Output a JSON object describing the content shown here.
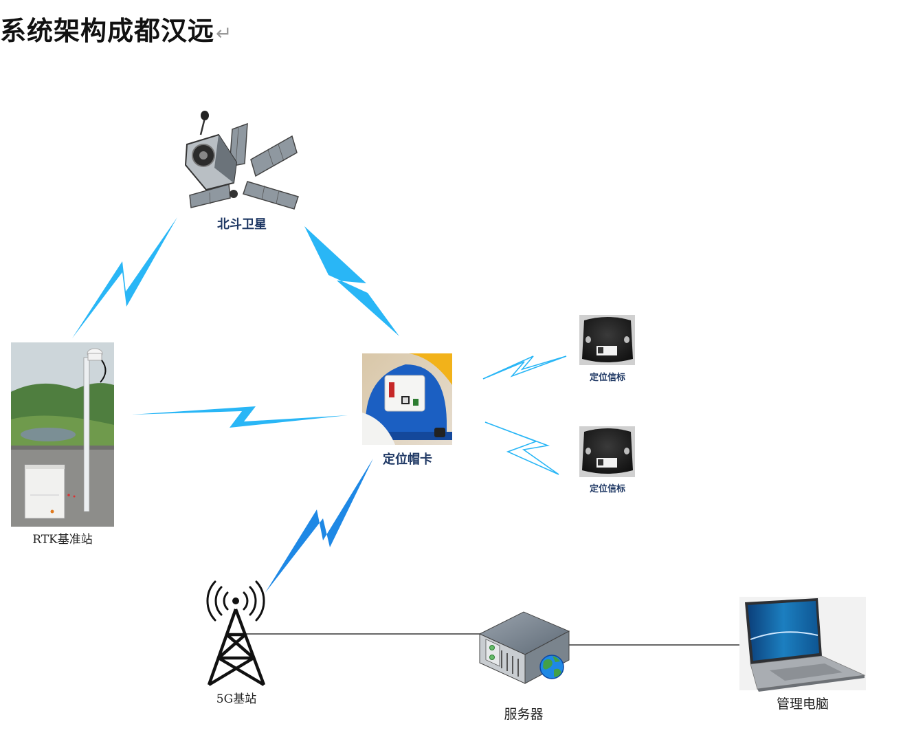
{
  "title": "系统架构成都汉远",
  "title_return_mark": "↵",
  "nodes": {
    "satellite": {
      "label": "北斗卫星",
      "icon": "satellite-icon"
    },
    "rtk_station": {
      "label": "RTK基准站",
      "icon": "rtk-base-station-photo"
    },
    "helmet_card": {
      "label": "定位帽卡",
      "icon": "helmet-tag-photo"
    },
    "beacon_1": {
      "label": "定位信标",
      "icon": "beacon-photo"
    },
    "beacon_2": {
      "label": "定位信标",
      "icon": "beacon-photo"
    },
    "tower_5g": {
      "label": "5G基站",
      "icon": "cell-tower-icon"
    },
    "server": {
      "label": "服务器",
      "icon": "server-icon"
    },
    "management_pc": {
      "label": "管理电脑",
      "icon": "laptop-icon"
    }
  },
  "colors": {
    "wireless_link": "#29b6f6",
    "wireless_link_dark": "#1e88e5",
    "wired_link": "#333333",
    "label_bold": "#1f3864"
  }
}
